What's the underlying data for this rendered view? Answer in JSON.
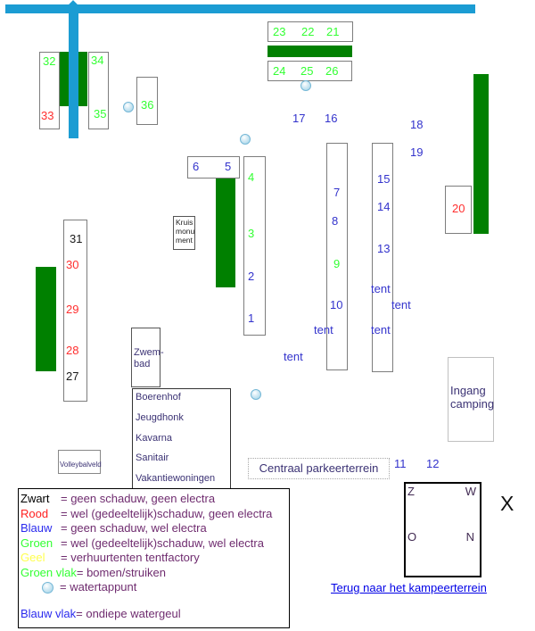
{
  "colors": {
    "water_channel": "#1b9cd3",
    "shrubs": "#008000",
    "number_green": "#33ff33",
    "number_blue": "#3333cc",
    "number_red": "#ff2e2e",
    "number_black": "#1a1a1a",
    "label_text": "#3b3274",
    "legend_text": "#6f2c6f",
    "legend_yellow": "#ffff4d",
    "link_blue": "#0000e6"
  },
  "numbers": {
    "n1": "1",
    "n2": "2",
    "n3": "3",
    "n4": "4",
    "n5": "5",
    "n6": "6",
    "n7": "7",
    "n8": "8",
    "n9": "9",
    "n10": "10",
    "n11": "11",
    "n12": "12",
    "n13": "13",
    "n14": "14",
    "n15": "15",
    "n16": "16",
    "n17": "17",
    "n18": "18",
    "n19": "19",
    "n20": "20",
    "n21": "21",
    "n22": "22",
    "n23": "23",
    "n24": "24",
    "n25": "25",
    "n26": "26",
    "n27": "27",
    "n28": "28",
    "n29": "29",
    "n30": "30",
    "n31": "31",
    "n32": "32",
    "n33": "33",
    "n34": "34",
    "n35": "35",
    "n36": "36"
  },
  "labels": {
    "tent": "tent",
    "kruismonument": "Kruis\nmonu\nment",
    "zwembad": "Zwem-\nbad",
    "facilities": [
      "Boerenhof",
      "Jeugdhonk",
      "Kavarna",
      "Sanitair",
      "Vakantiewoningen"
    ],
    "volleybalveld": "Volleybalveld",
    "ingang_camping": "Ingang\ncamping",
    "parkeerterrein": "Centraal parkeerterrein",
    "x_marker": "X",
    "back_link": "Terug naar het kampeerterrein"
  },
  "compass": {
    "z": "Z",
    "w": "W",
    "o": "O",
    "n": "N"
  },
  "legend": {
    "rows": [
      {
        "term": "Zwart",
        "desc": "= geen schaduw, geen electra"
      },
      {
        "term": "Rood",
        "desc": "= wel (gedeeltelijk)schaduw, geen electra"
      },
      {
        "term": "Blauw",
        "desc": "= geen schaduw, wel electra"
      },
      {
        "term": "Groen",
        "desc": "= wel (gedeeltelijk)schaduw, wel electra"
      },
      {
        "term": "Geel",
        "desc": "= verhuurtenten tentfactory"
      },
      {
        "term": "Groen vlak",
        "desc": "= bomen/struiken"
      },
      {
        "term": "",
        "desc": "= watertappunt"
      },
      {
        "term": "Blauw vlak",
        "desc": "= ondiepe watergeul"
      }
    ]
  }
}
